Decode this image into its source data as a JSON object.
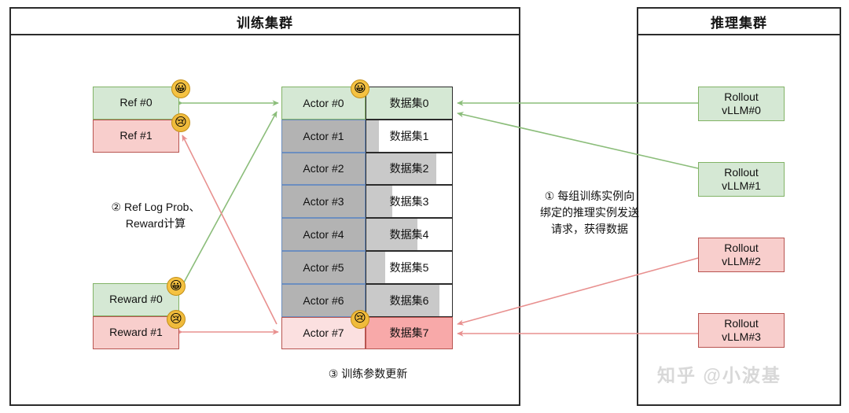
{
  "panels": {
    "training": {
      "title": "训练集群"
    },
    "inference": {
      "title": "推理集群"
    }
  },
  "ref_nodes": [
    {
      "label": "Ref #0",
      "mood": "happy",
      "color": "#d5e8d4"
    },
    {
      "label": "Ref #1",
      "mood": "sad",
      "color": "#f8cecc"
    }
  ],
  "reward_nodes": [
    {
      "label": "Reward #0",
      "mood": "happy",
      "color": "#d5e8d4"
    },
    {
      "label": "Reward #1",
      "mood": "sad",
      "color": "#f8cecc"
    }
  ],
  "actors": [
    {
      "label": "Actor #0",
      "dataset": "数据集0",
      "fill_pct": 0,
      "state": "green",
      "mood": "happy"
    },
    {
      "label": "Actor #1",
      "dataset": "数据集1",
      "fill_pct": 15,
      "state": "grey",
      "mood": null
    },
    {
      "label": "Actor #2",
      "dataset": "数据集2",
      "fill_pct": 82,
      "state": "grey",
      "mood": null
    },
    {
      "label": "Actor #3",
      "dataset": "数据集3",
      "fill_pct": 30,
      "state": "grey",
      "mood": null
    },
    {
      "label": "Actor #4",
      "dataset": "数据集4",
      "fill_pct": 60,
      "state": "grey",
      "mood": null
    },
    {
      "label": "Actor #5",
      "dataset": "数据集5",
      "fill_pct": 22,
      "state": "grey",
      "mood": null
    },
    {
      "label": "Actor #6",
      "dataset": "数据集6",
      "fill_pct": 85,
      "state": "grey",
      "mood": null
    },
    {
      "label": "Actor #7",
      "dataset": "数据集7",
      "fill_pct": 100,
      "state": "red",
      "mood": "sad"
    }
  ],
  "rollouts": [
    {
      "line1": "Rollout",
      "line2": "vLLM#0",
      "state": "green"
    },
    {
      "line1": "Rollout",
      "line2": "vLLM#1",
      "state": "green"
    },
    {
      "line1": "Rollout",
      "line2": "vLLM#2",
      "state": "red"
    },
    {
      "line1": "Rollout",
      "line2": "vLLM#3",
      "state": "red"
    }
  ],
  "annotations": {
    "step1": "① 每组训练实例向\n绑定的推理实例发送\n请求，获得数据",
    "step2": "② Ref Log Prob、\nReward计算",
    "step3": "③ 训练参数更新"
  },
  "watermark": "知乎 @小波基",
  "colors": {
    "green_fill": "#d5e8d4",
    "green_stroke": "#82b366",
    "red_fill": "#f8cecc",
    "red_stroke": "#b85450",
    "grey_fill": "#b3b3b3",
    "grey_stroke": "#6c8ebf",
    "arrow_green": "#8bbd7a",
    "arrow_red": "#e8a0a0",
    "panel_stroke": "#2b2b2b"
  },
  "emoji_glyphs": {
    "happy": "😀",
    "sad": "😢"
  }
}
